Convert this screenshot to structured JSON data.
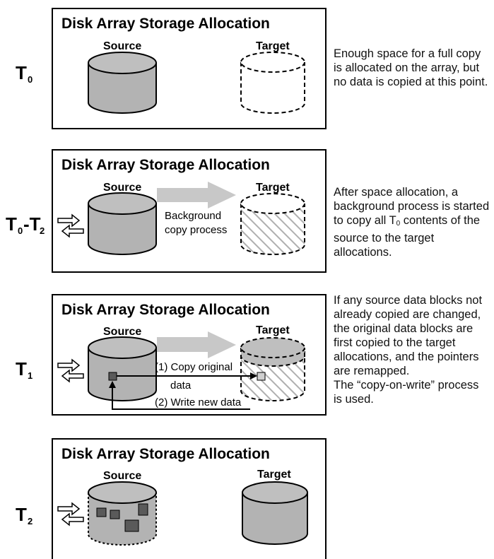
{
  "panels": [
    {
      "title": "Disk Array Storage Allocation",
      "source_label": "Source",
      "target_label": "Target",
      "time_main": "T",
      "time_sub": "0",
      "description": [
        "Enough space for a full copy",
        "is allocated on the array, but",
        "no data is copied at this point."
      ]
    },
    {
      "title": "Disk Array Storage Allocation",
      "source_label": "Source",
      "target_label": "Target",
      "time_main": "T",
      "time_sub": "0",
      "time_dash": "-T",
      "time_sub2": "2",
      "arrow_text_1": "Background",
      "arrow_text_2": "copy process",
      "description_pre": "After space allocation, a",
      "description_line2": "background process is started",
      "description_line3_a": "to copy all T",
      "description_line3_sub": "0",
      "description_line3_b": " contents of the",
      "description_rest": [
        "source to the target",
        "allocations."
      ]
    },
    {
      "title": "Disk Array Storage Allocation",
      "source_label": "Source",
      "target_label": "Target",
      "time_main": "T",
      "time_sub": "1",
      "copy_text_1": "(1) Copy original",
      "copy_text_2": "data",
      "write_text": "(2) Write new data",
      "description": [
        "If any source data blocks not",
        "already copied are changed,",
        "the original data blocks are",
        "first copied to the target",
        "allocations, and the pointers",
        "are remapped.",
        "The “copy-on-write” process",
        "is used."
      ]
    },
    {
      "title": "Disk Array Storage Allocation",
      "source_label": "Source",
      "target_label": "Target",
      "time_main": "T",
      "time_sub": "2"
    }
  ],
  "colors": {
    "cylinder_fill": "#b3b3b3",
    "cylinder_top": "#bfbfbf",
    "big_arrow": "#c8c8c8",
    "block_dark": "#5a5a5a",
    "block_light": "#cfcfcf"
  }
}
